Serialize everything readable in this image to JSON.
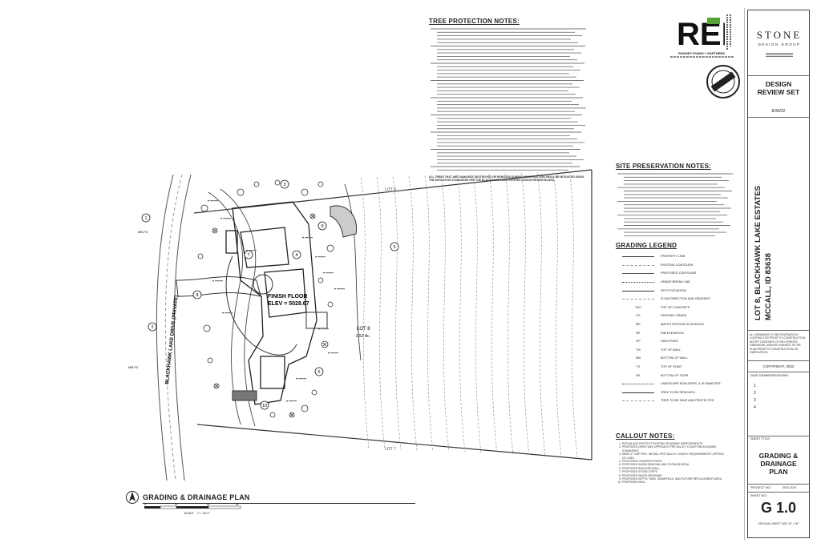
{
  "tree_protection": {
    "title": "TREE PROTECTION NOTES:",
    "closing_note": "ALL TREES THAT ARE DAMAGED, DESTROYED OR REMOVED DURING CONSTRUCTION SHALL BE MITIGATED USING THE MITIGATION STANDARDS PER THE BLACKHAWK LAKE ESTATES DESIGN REVIEW BOARD."
  },
  "site_preservation": {
    "title": "SITE PRESERVATION NOTES:"
  },
  "grading_legend": {
    "title": "GRADING LEGEND",
    "items": [
      {
        "sym": "",
        "label": "PROPERTY LINE"
      },
      {
        "sym": "",
        "label": "EXISTING CONTOURS"
      },
      {
        "sym": "",
        "label": "PROPOSED CONTOURS"
      },
      {
        "sym": "",
        "label": "GRADE BREAK LINE"
      },
      {
        "sym": "",
        "label": "SPOT ELEVATION"
      },
      {
        "sym": "",
        "label": "FLOW DIRECTION AND GRADIENT"
      },
      {
        "sym": "TOC",
        "label": "TOP OF CONCRETE"
      },
      {
        "sym": "FG",
        "label": "FINISHED GRADE"
      },
      {
        "sym": "ME",
        "label": "MATCH EXISTING ELEVATION"
      },
      {
        "sym": "RE",
        "label": "RIM ELEVATION"
      },
      {
        "sym": "HP",
        "label": "HIGH POINT"
      },
      {
        "sym": "TW",
        "label": "TOP OF WALL"
      },
      {
        "sym": "BW",
        "label": "BOTTOM OF WALL"
      },
      {
        "sym": "TS",
        "label": "TOP OF STAIR"
      },
      {
        "sym": "BS",
        "label": "BOTTOM OF STAIR"
      },
      {
        "sym": "",
        "label": "LANDSCAPE BOULDERS, 3' Ø DIAMETER"
      },
      {
        "sym": "",
        "label": "TREE TO BE REMOVED"
      },
      {
        "sym": "",
        "label": "TREE TO BE SAVE AND PROTECTED"
      }
    ]
  },
  "callout_notes": {
    "title": "CALLOUT NOTES:",
    "items": [
      "RETAIN AND PROTECT EXISTING ROADWAY IMPROVEMENTS",
      "PROPOSED DRIVE WAY APPROACH PER VALLEY COUNTY/BLACKHAWK STANDARDS",
      "NEW 12\" CMP PIPE. INSTALL PER VALLEY COUNTY REQUIREMENTS. APPROX. 20' LONG.",
      "PROPOSED CONCRETE PATIO",
      "PROPOSED SNOW REMOVAL AND STORAGE AREA",
      "PROPOSED BOULDER WALL",
      "PROPOSED STONE STEPS",
      "PROPOSED PAVER DRIVEWAY",
      "PROPOSED SEPTIC TANK, DRAINFIELD, AND FUTURE REPLACEMENT AREA",
      "PROPOSED WELL"
    ]
  },
  "plan": {
    "title": "GRADING & DRAINAGE PLAN",
    "scale_label": "SCALE",
    "scale_value": "1\" = 20'-0\"",
    "scale_ticks": [
      "0",
      "10",
      "20",
      "40"
    ],
    "finish_floor_label": "FINISH FLOOR",
    "finish_floor_elev": "ELEV = 5028.67",
    "road_label": "BLACKHAWK LAKE DRIVE (PRIVATE)",
    "lot_label": "LOT 8",
    "lot_area": "2.52 Ac.",
    "lot_north": "LOT 9",
    "lot_south": "LOT 7",
    "melfg_1": "MELFG",
    "melfg_2": "MELFG",
    "callout_numbers": [
      "1",
      "2",
      "3",
      "4",
      "5",
      "6",
      "7",
      "8",
      "9",
      "10"
    ]
  },
  "title_block": {
    "firm_letters": "REP",
    "firm_name": "RODNEY EVANS + PARTNERS",
    "stone_name": "STONE",
    "stone_sub": "DESIGN GROUP",
    "design_review": "DESIGN REVIEW SET",
    "date": "8/30/22",
    "project_line1": "LOT 8, BLACKHAWK LAKE ESTATES",
    "project_line2": "MCCALL, ID 83638",
    "review_note": "ALL DRAWINGS TO BE REVIEWED BY CONTRACTOR PRIOR TO CONSTRUCTION. NOTIFY DESIGNER OF ANY ERRORS, OMISSIONS, AND/OR CHANGES IN THE PLAN PRIOR TO CONSTRUCTION OR FABRICATION.",
    "copyright": "COPYRIGHT, 2022",
    "revisions_label": "DATE DRAWN/REVISIONS:",
    "revision_numbers": [
      "1",
      "2",
      "3",
      "4"
    ],
    "sheet_title_label": "SHEET TITLE:",
    "sheet_title": "GRADING & DRAINAGE PLAN",
    "project_no_label": "PROJECT NO.:",
    "project_no": "2021-XXX",
    "sheet_no_label": "SHEET NO.:",
    "sheet_no": "G 1.0",
    "original_size": "ORIGINAL SHEET SIZE 24\" x 36\""
  }
}
